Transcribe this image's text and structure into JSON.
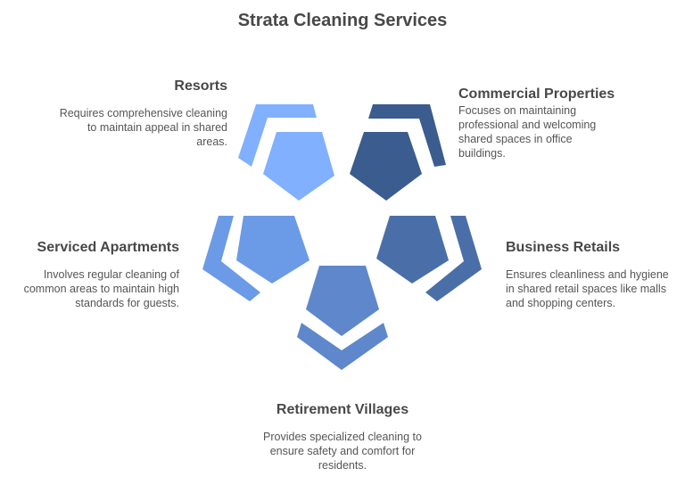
{
  "title": "Strata Cleaning Services",
  "colors": {
    "resorts": "#80b0ff",
    "commercial": "#3a5c8e",
    "serviced": "#6b9ae6",
    "business": "#4a6fa8",
    "retirement": "#5e87cc",
    "text_heading": "#484848",
    "text_body": "#555555"
  },
  "items": [
    {
      "name": "Resorts",
      "description": "Requires comprehensive cleaning to maintain appeal in shared areas."
    },
    {
      "name": "Commercial Properties",
      "description": "Focuses on maintaining professional and welcoming shared spaces in office buildings."
    },
    {
      "name": "Serviced Apartments",
      "description": "Involves regular cleaning of common areas to maintain high standards for guests."
    },
    {
      "name": "Business Retails",
      "description": "Ensures cleanliness and hygiene in shared retail spaces like malls and shopping centers."
    },
    {
      "name": "Retirement Villages",
      "description": "Provides specialized cleaning to ensure safety and comfort for residents."
    }
  ]
}
